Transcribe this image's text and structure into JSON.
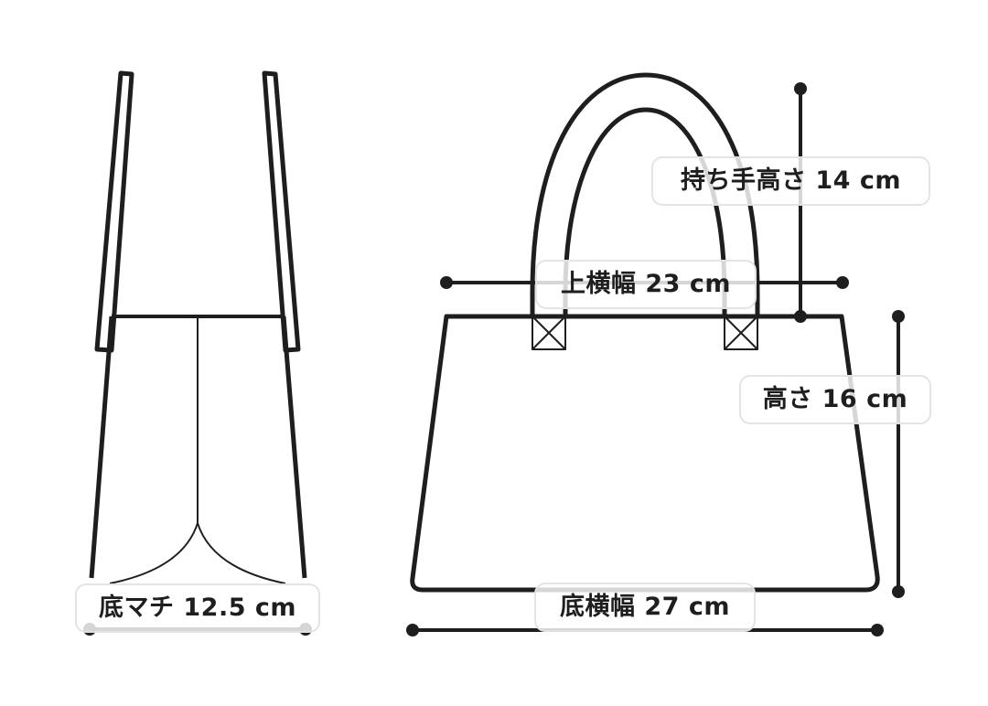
{
  "colors": {
    "line": "#1e1e1e",
    "label_bg": "#ffffff",
    "label_border": "#e1e1e1"
  },
  "side_view": {
    "name": "bag-side-view",
    "labels": {
      "bottom_gusset": "底マチ 12.5 cm"
    }
  },
  "front_view": {
    "name": "bag-front-view",
    "labels": {
      "handle_height": "持ち手高さ 14 cm",
      "top_width": "上横幅 23 cm",
      "height": "高さ 16 cm",
      "bottom_width": "底横幅 27 cm"
    }
  }
}
